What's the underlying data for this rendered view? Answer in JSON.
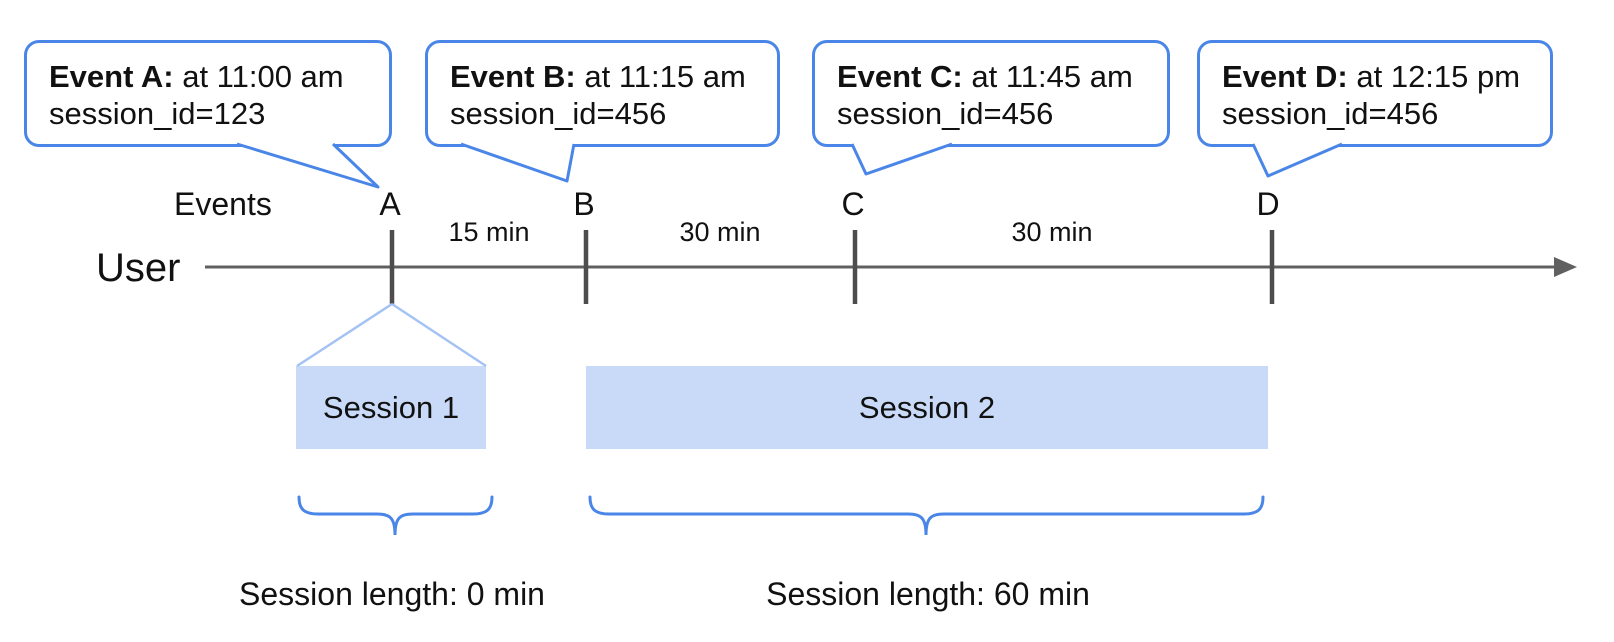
{
  "colors": {
    "accent": "#4a86e8",
    "funnel": "#a4c2f4",
    "session_fill": "#c9daf8",
    "axis": "#606060",
    "tick": "#4d4d4d",
    "text": "#111111"
  },
  "bubbles": [
    {
      "bold": "Event A:",
      "rest": " at 11:00 am",
      "line2": "session_id=123"
    },
    {
      "bold": "Event B:",
      "rest": " at 11:15 am",
      "line2": "session_id=456"
    },
    {
      "bold": "Event C:",
      "rest": " at 11:45 am",
      "line2": "session_id=456"
    },
    {
      "bold": "Event D:",
      "rest": " at 12:15 pm",
      "line2": "session_id=456"
    }
  ],
  "timeline": {
    "axis_label": "User",
    "events_label": "Events",
    "event_letters": [
      "A",
      "B",
      "C",
      "D"
    ],
    "intervals": [
      "15 min",
      "30 min",
      "30 min"
    ]
  },
  "sessions": [
    {
      "label": "Session 1",
      "length_label": "Session length: 0 min"
    },
    {
      "label": "Session 2",
      "length_label": "Session length: 60 min"
    }
  ]
}
